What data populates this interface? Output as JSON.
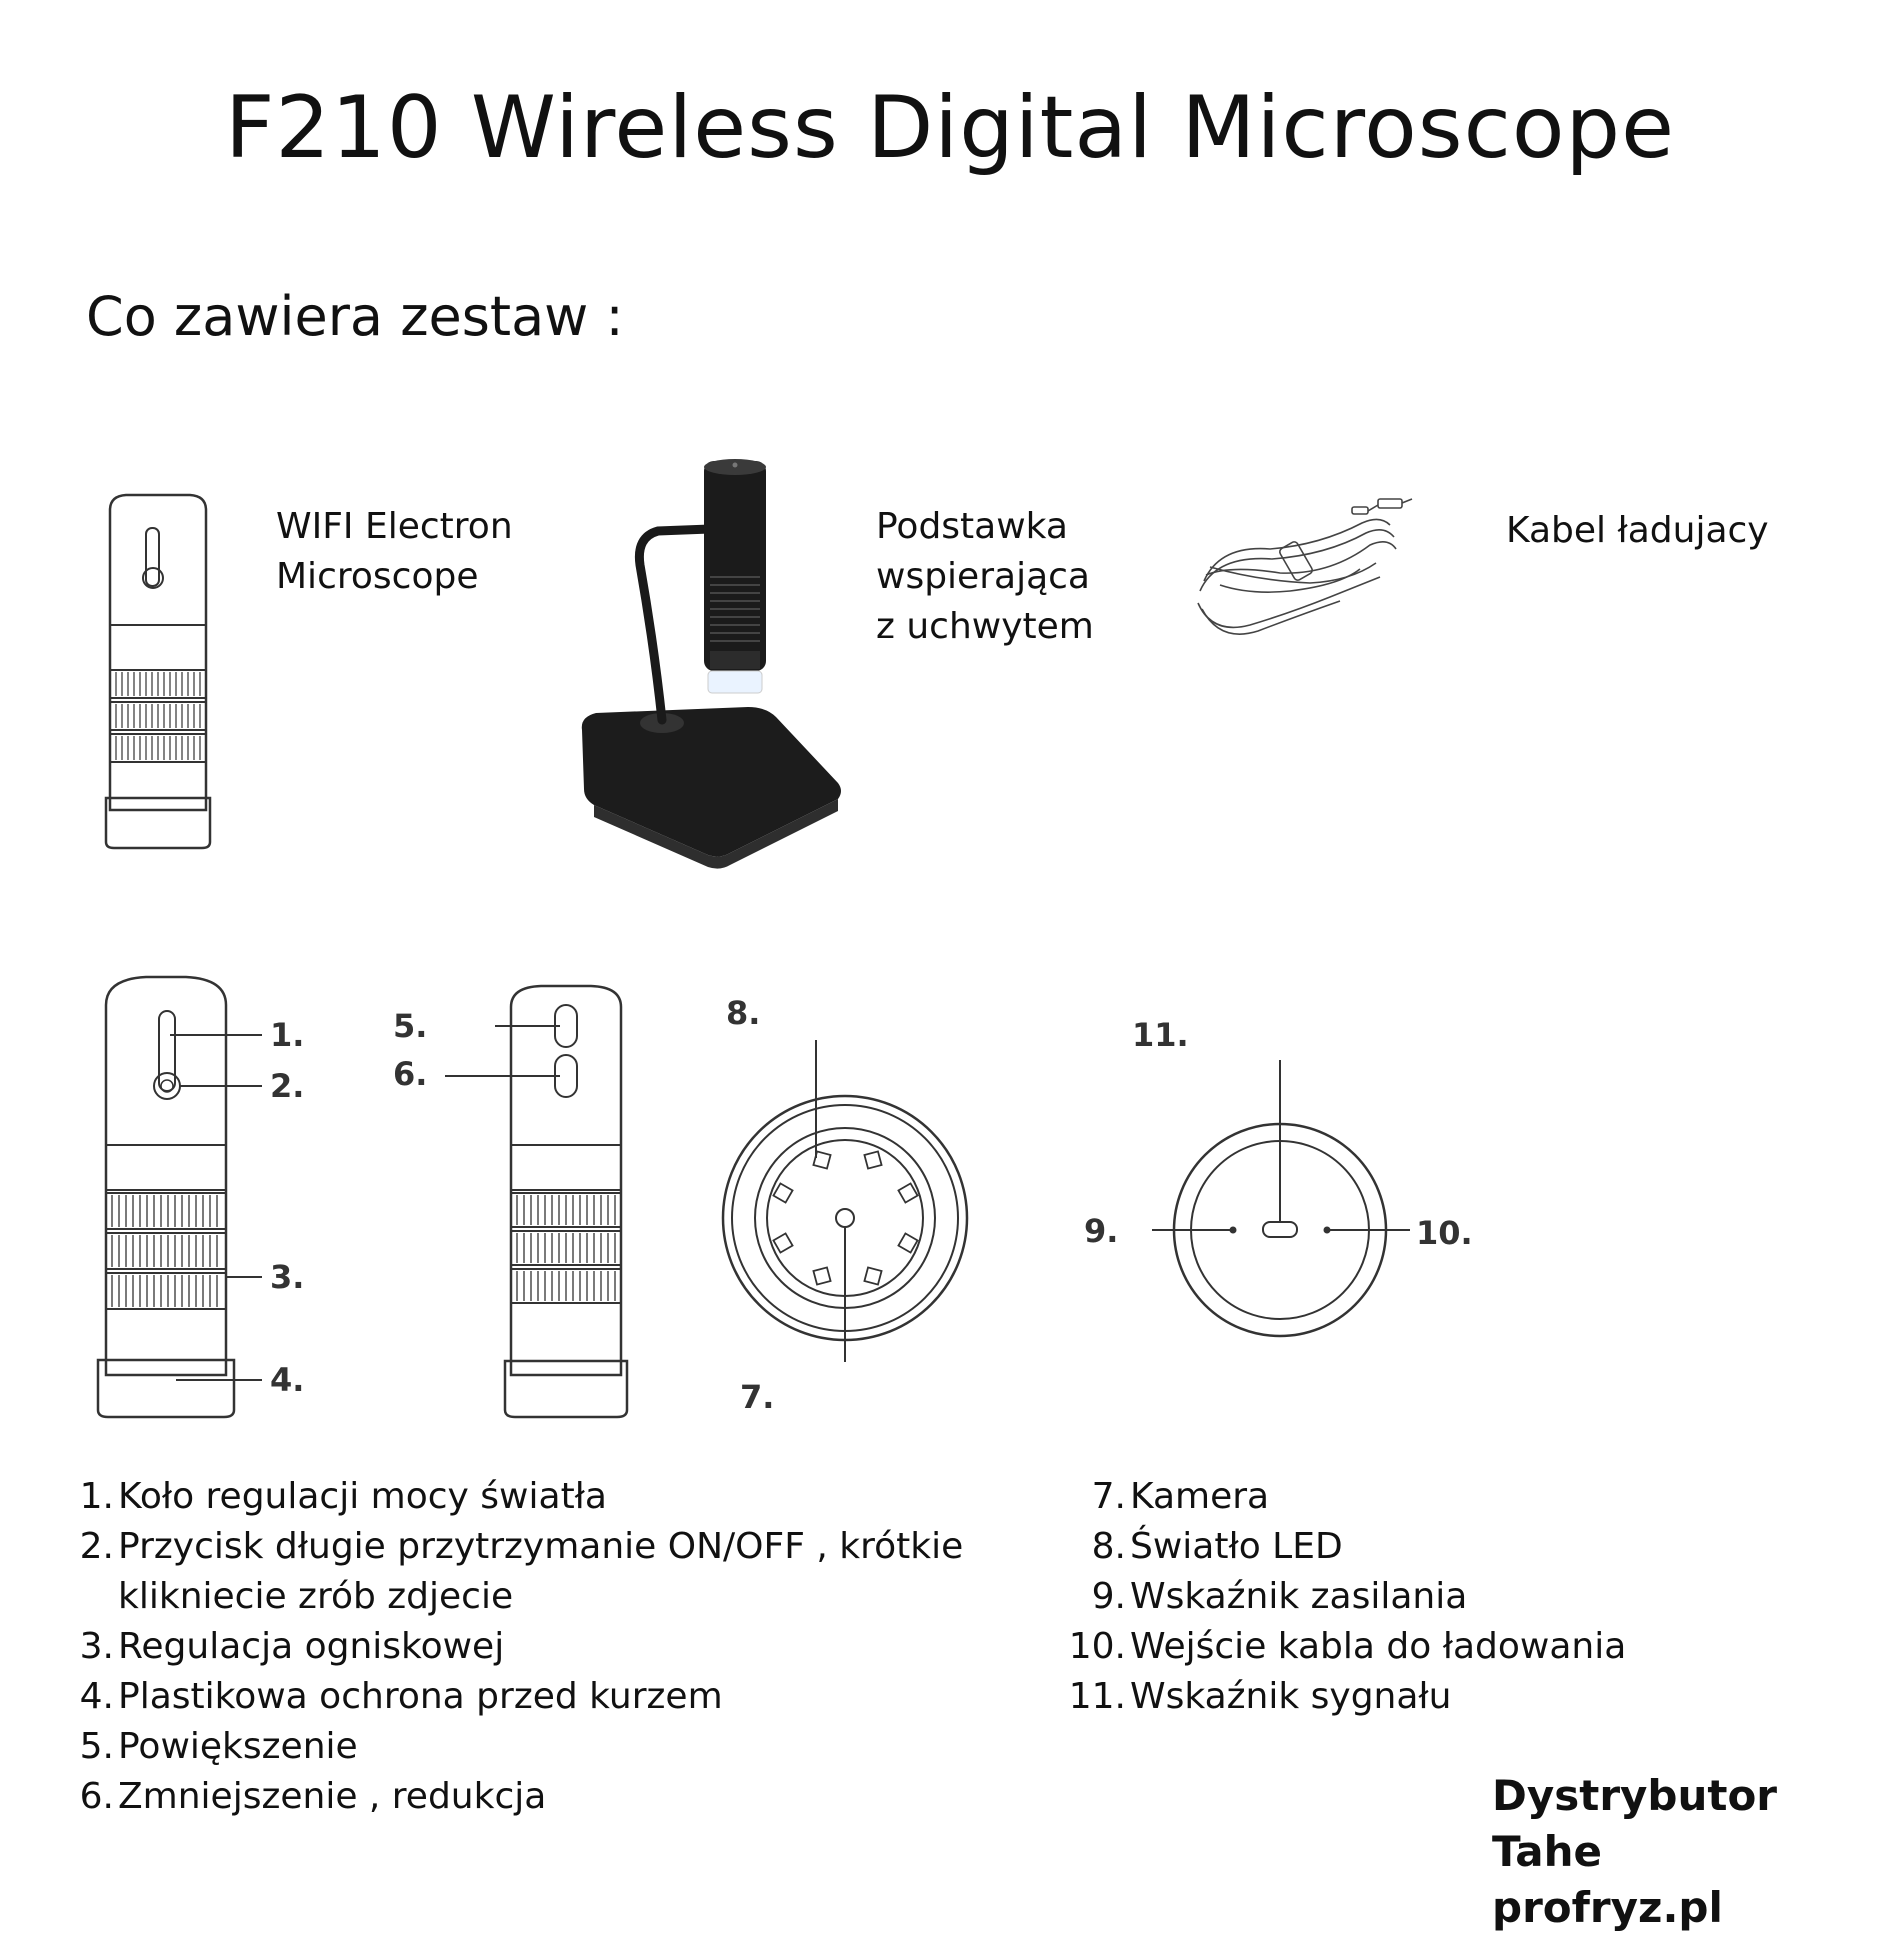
{
  "title": "F210 Wireless Digital Microscope",
  "kit": {
    "heading": "Co zawiera zestaw :",
    "items": [
      {
        "label": "WIFI Electron\nMicroscope"
      },
      {
        "label": "Podstawka\nwspierająca\nz uchwytem"
      },
      {
        "label": "Kabel ładujacy"
      }
    ]
  },
  "callouts": {
    "c1": "1.",
    "c2": "2.",
    "c3": "3.",
    "c4": "4.",
    "c5": "5.",
    "c6": "6.",
    "c7": "7.",
    "c8": "8.",
    "c9": "9.",
    "c10": "10.",
    "c11": "11."
  },
  "legend": {
    "left": [
      {
        "num": "1.",
        "text": "Koło regulacji mocy światła"
      },
      {
        "num": "2.",
        "text": "Przycisk długie przytrzymanie ON/OFF , krótkie klikniecie zrób zdjecie"
      },
      {
        "num": "3.",
        "text": "Regulacja ogniskowej"
      },
      {
        "num": "4.",
        "text": "Plastikowa ochrona przed kurzem"
      },
      {
        "num": "5.",
        "text": "Powiększenie"
      },
      {
        "num": "6.",
        "text": "Zmniejszenie , redukcja"
      }
    ],
    "right": [
      {
        "num": "7.",
        "text": "Kamera"
      },
      {
        "num": "8.",
        "text": "Światło LED"
      },
      {
        "num": "9.",
        "text": "Wskaźnik zasilania"
      },
      {
        "num": "10.",
        "text": "Wejście kabla do ładowania"
      },
      {
        "num": "11.",
        "text": "Wskaźnik sygnału"
      }
    ]
  },
  "footer": {
    "line1": "Dystrybutor Tahe",
    "line2": "profryz.pl"
  }
}
